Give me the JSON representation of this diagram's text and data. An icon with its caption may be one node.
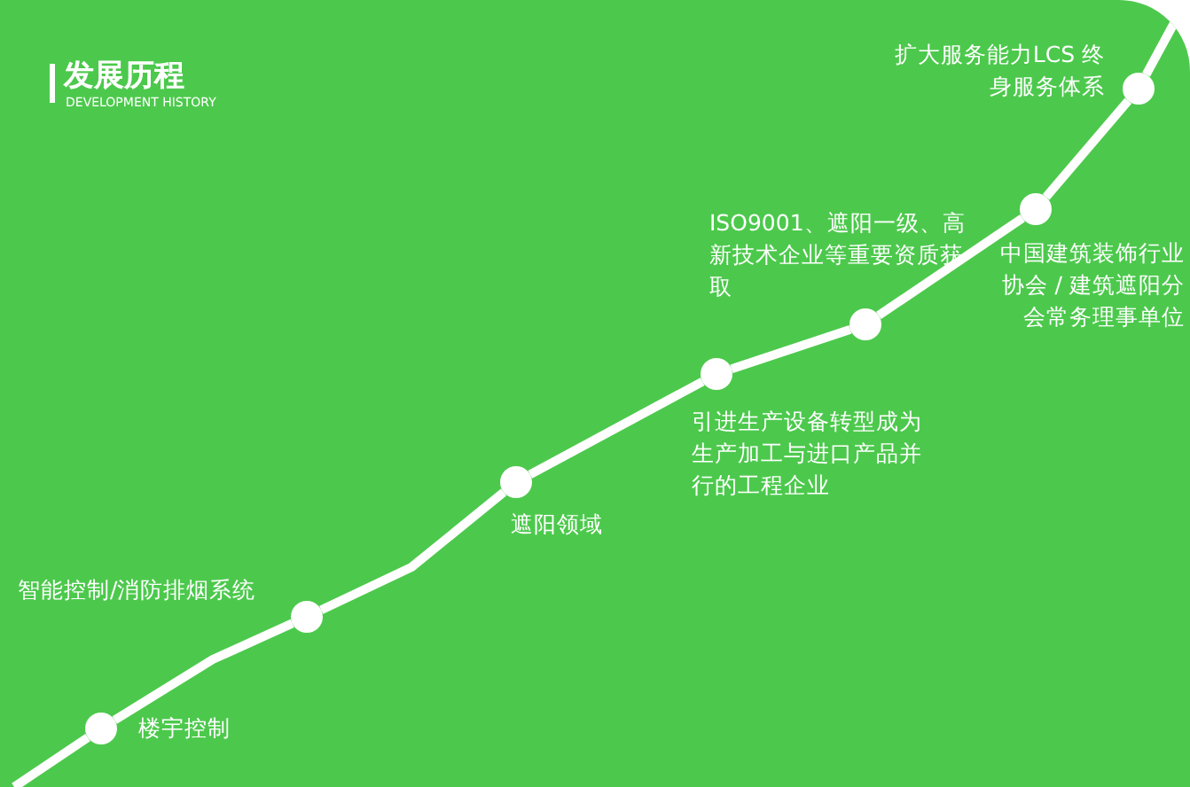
{
  "diagram": {
    "title": "发展历程",
    "nodes": [
      {
        "text": [],
        "shape": "circle",
        "beside": [
          "楼宇控制"
        ]
      },
      {
        "text": [],
        "shape": "circle",
        "beside": [
          "智能控制/消防排烟系统"
        ]
      },
      {
        "text": [],
        "shape": "circle",
        "beside": [
          "遮阳领域"
        ]
      },
      {
        "text": [],
        "shape": "circle",
        "beside": [
          "引进生产设备转型成为生产加工与进口产品并行的工程企业"
        ]
      },
      {
        "text": [],
        "shape": "circle",
        "beside": [
          "ISO9001、遮阳一级、高新技术企业等重要资质获取"
        ]
      },
      {
        "text": [],
        "shape": "circle",
        "beside": [
          "中国建筑装饰行业协会 / 建筑遮阳分会常务理事单位"
        ]
      },
      {
        "text": [],
        "shape": "circle",
        "beside": [
          "扩大服务能力LCS 终身服务体系"
        ]
      }
    ],
    "edges": [
      {
        "from": null,
        "to": 0,
        "arrow": "none"
      },
      {
        "from": 0,
        "to": 1,
        "arrow": "none"
      },
      {
        "from": 1,
        "to": 2,
        "arrow": "none"
      },
      {
        "from": 2,
        "to": 3,
        "arrow": "none"
      },
      {
        "from": 3,
        "to": 4,
        "arrow": "none"
      },
      {
        "from": 4,
        "to": 5,
        "arrow": "none"
      },
      {
        "from": 5,
        "to": 6,
        "arrow": "none"
      },
      {
        "from": 6,
        "to": null,
        "arrow": "none"
      }
    ],
    "labels": [
      "DEVELOPMENT HISTORY"
    ]
  }
}
